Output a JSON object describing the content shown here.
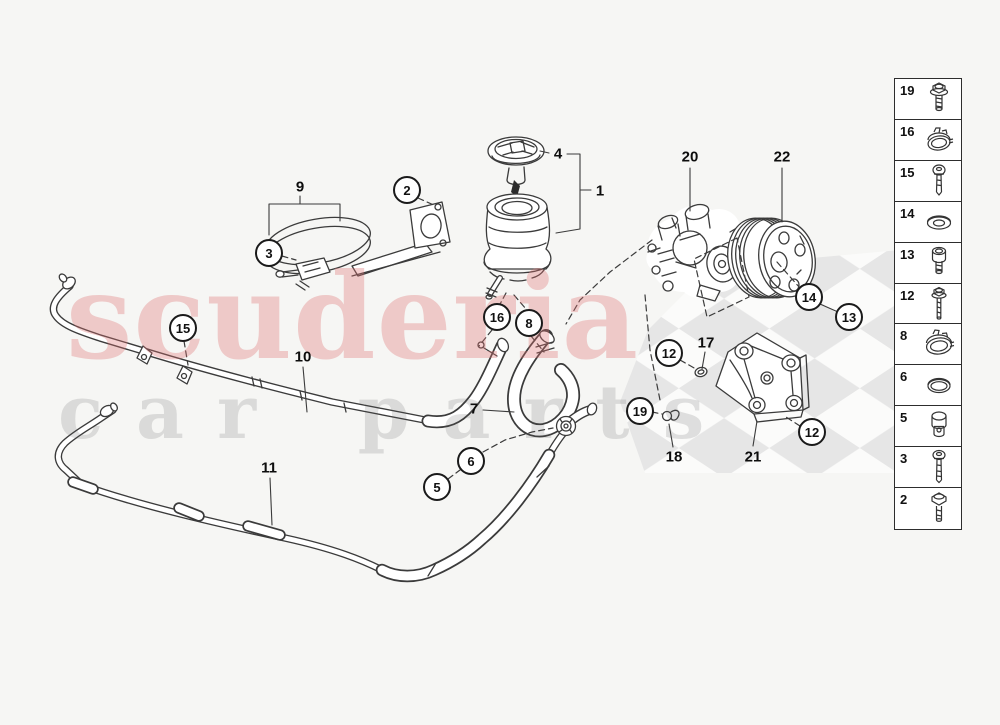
{
  "watermark": {
    "line1": "scuderia",
    "line2": "car parts",
    "primary_color": "#de7373",
    "secondary_color": "#bdbdbd"
  },
  "colors": {
    "background": "#f6f6f4",
    "line": "#3b3b3b",
    "checker": "#e6e6e6"
  },
  "callouts": {
    "plain": {
      "p1": "1",
      "p4": "4",
      "p7": "7",
      "p9": "9",
      "p10": "10",
      "p11": "11",
      "p17": "17",
      "p18": "18",
      "p20": "20",
      "p21": "21",
      "p22": "22"
    },
    "circled": {
      "c2": "2",
      "c3": "3",
      "c5": "5",
      "c6": "6",
      "c8": "8",
      "c12a": "12",
      "c12b": "12",
      "c13": "13",
      "c14": "14",
      "c15": "15",
      "c16": "16",
      "c19": "19"
    }
  },
  "legend": {
    "rows": [
      {
        "number": "19",
        "icon": "hex-flange-bolt-icon"
      },
      {
        "number": "16",
        "icon": "hose-clamp-icon"
      },
      {
        "number": "15",
        "icon": "pan-head-screw-icon"
      },
      {
        "number": "14",
        "icon": "washer-icon"
      },
      {
        "number": "13",
        "icon": "socket-head-bolt-icon"
      },
      {
        "number": "12",
        "icon": "hex-flange-bolt-long-icon"
      },
      {
        "number": "8",
        "icon": "hose-clamp-large-icon"
      },
      {
        "number": "6",
        "icon": "seal-ring-icon"
      },
      {
        "number": "5",
        "icon": "banjo-bolt-icon"
      },
      {
        "number": "3",
        "icon": "pan-head-screw-long-icon"
      },
      {
        "number": "2",
        "icon": "hex-bolt-icon"
      }
    ]
  }
}
